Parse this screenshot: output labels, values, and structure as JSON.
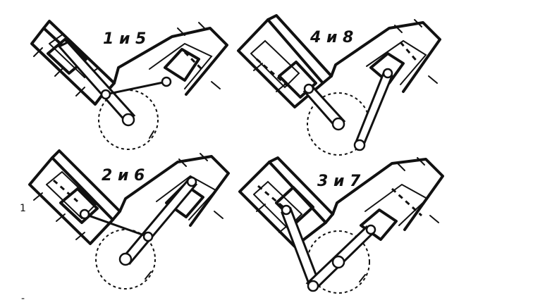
{
  "panels": [
    {
      "label": "1 и 5"
    },
    {
      "label": "4 и 8"
    },
    {
      "label": "2 и 6"
    },
    {
      "label": "3 и 7"
    }
  ],
  "margin_marks": [
    "1",
    "-"
  ]
}
